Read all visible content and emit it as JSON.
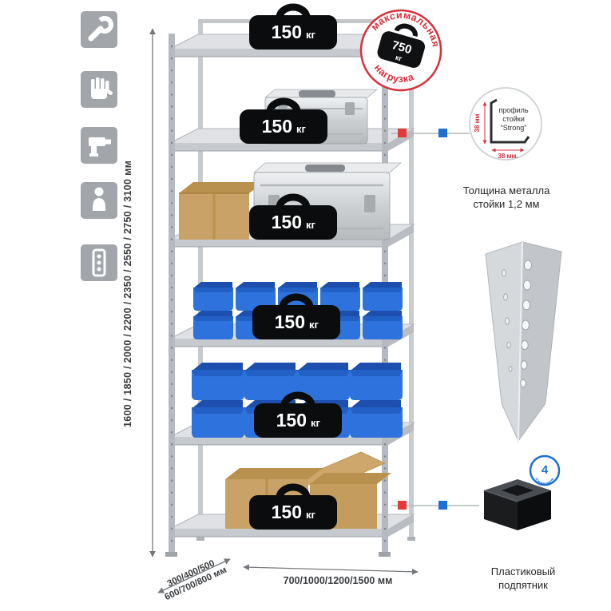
{
  "page": {
    "background": "#ffffff"
  },
  "left_toolbar": {
    "icons": [
      {
        "name": "wrench-icon"
      },
      {
        "name": "glove-icon"
      },
      {
        "name": "drill-icon"
      },
      {
        "name": "person-icon"
      },
      {
        "name": "level-icon"
      }
    ]
  },
  "dimensions": {
    "height_label": "1600 / 1850 / 2000 / 2200 / 2350 / 2550 / 2750 / 3100 мм",
    "depth_label_line1": "300/400/500",
    "depth_label_line2": "600/700/800 мм",
    "width_label": "700/1000/1200/1500 мм"
  },
  "shelves": [
    {
      "load": "150",
      "unit": "кг"
    },
    {
      "load": "150",
      "unit": "кг"
    },
    {
      "load": "150",
      "unit": "кг"
    },
    {
      "load": "150",
      "unit": "кг"
    },
    {
      "load": "150",
      "unit": "кг"
    },
    {
      "load": "150",
      "unit": "кг"
    }
  ],
  "max_load_stamp": {
    "arc_top": "максимальная",
    "arc_bottom": "нагрузка",
    "value": "750",
    "unit": "кг"
  },
  "profile_callout": {
    "text_line1": "профиль",
    "text_line2": "стойки",
    "text_line3": "“Strong”",
    "dim_vertical": "38 мм",
    "dim_horizontal": "38 мм.",
    "caption_line1": "Толщина металла",
    "caption_line2": "стойки 1,2 мм"
  },
  "foot_callout": {
    "badge_value": "4",
    "badge_text": "в комплекте",
    "caption_line1": "Пластиковый",
    "caption_line2": "подпятник"
  },
  "colors": {
    "accent_red": "#d6323c",
    "accent_blue": "#1d6fd1",
    "bin_blue": "#2e72dd",
    "metal_gray": "#c2c6ca",
    "cardboard": "#c9a267"
  }
}
